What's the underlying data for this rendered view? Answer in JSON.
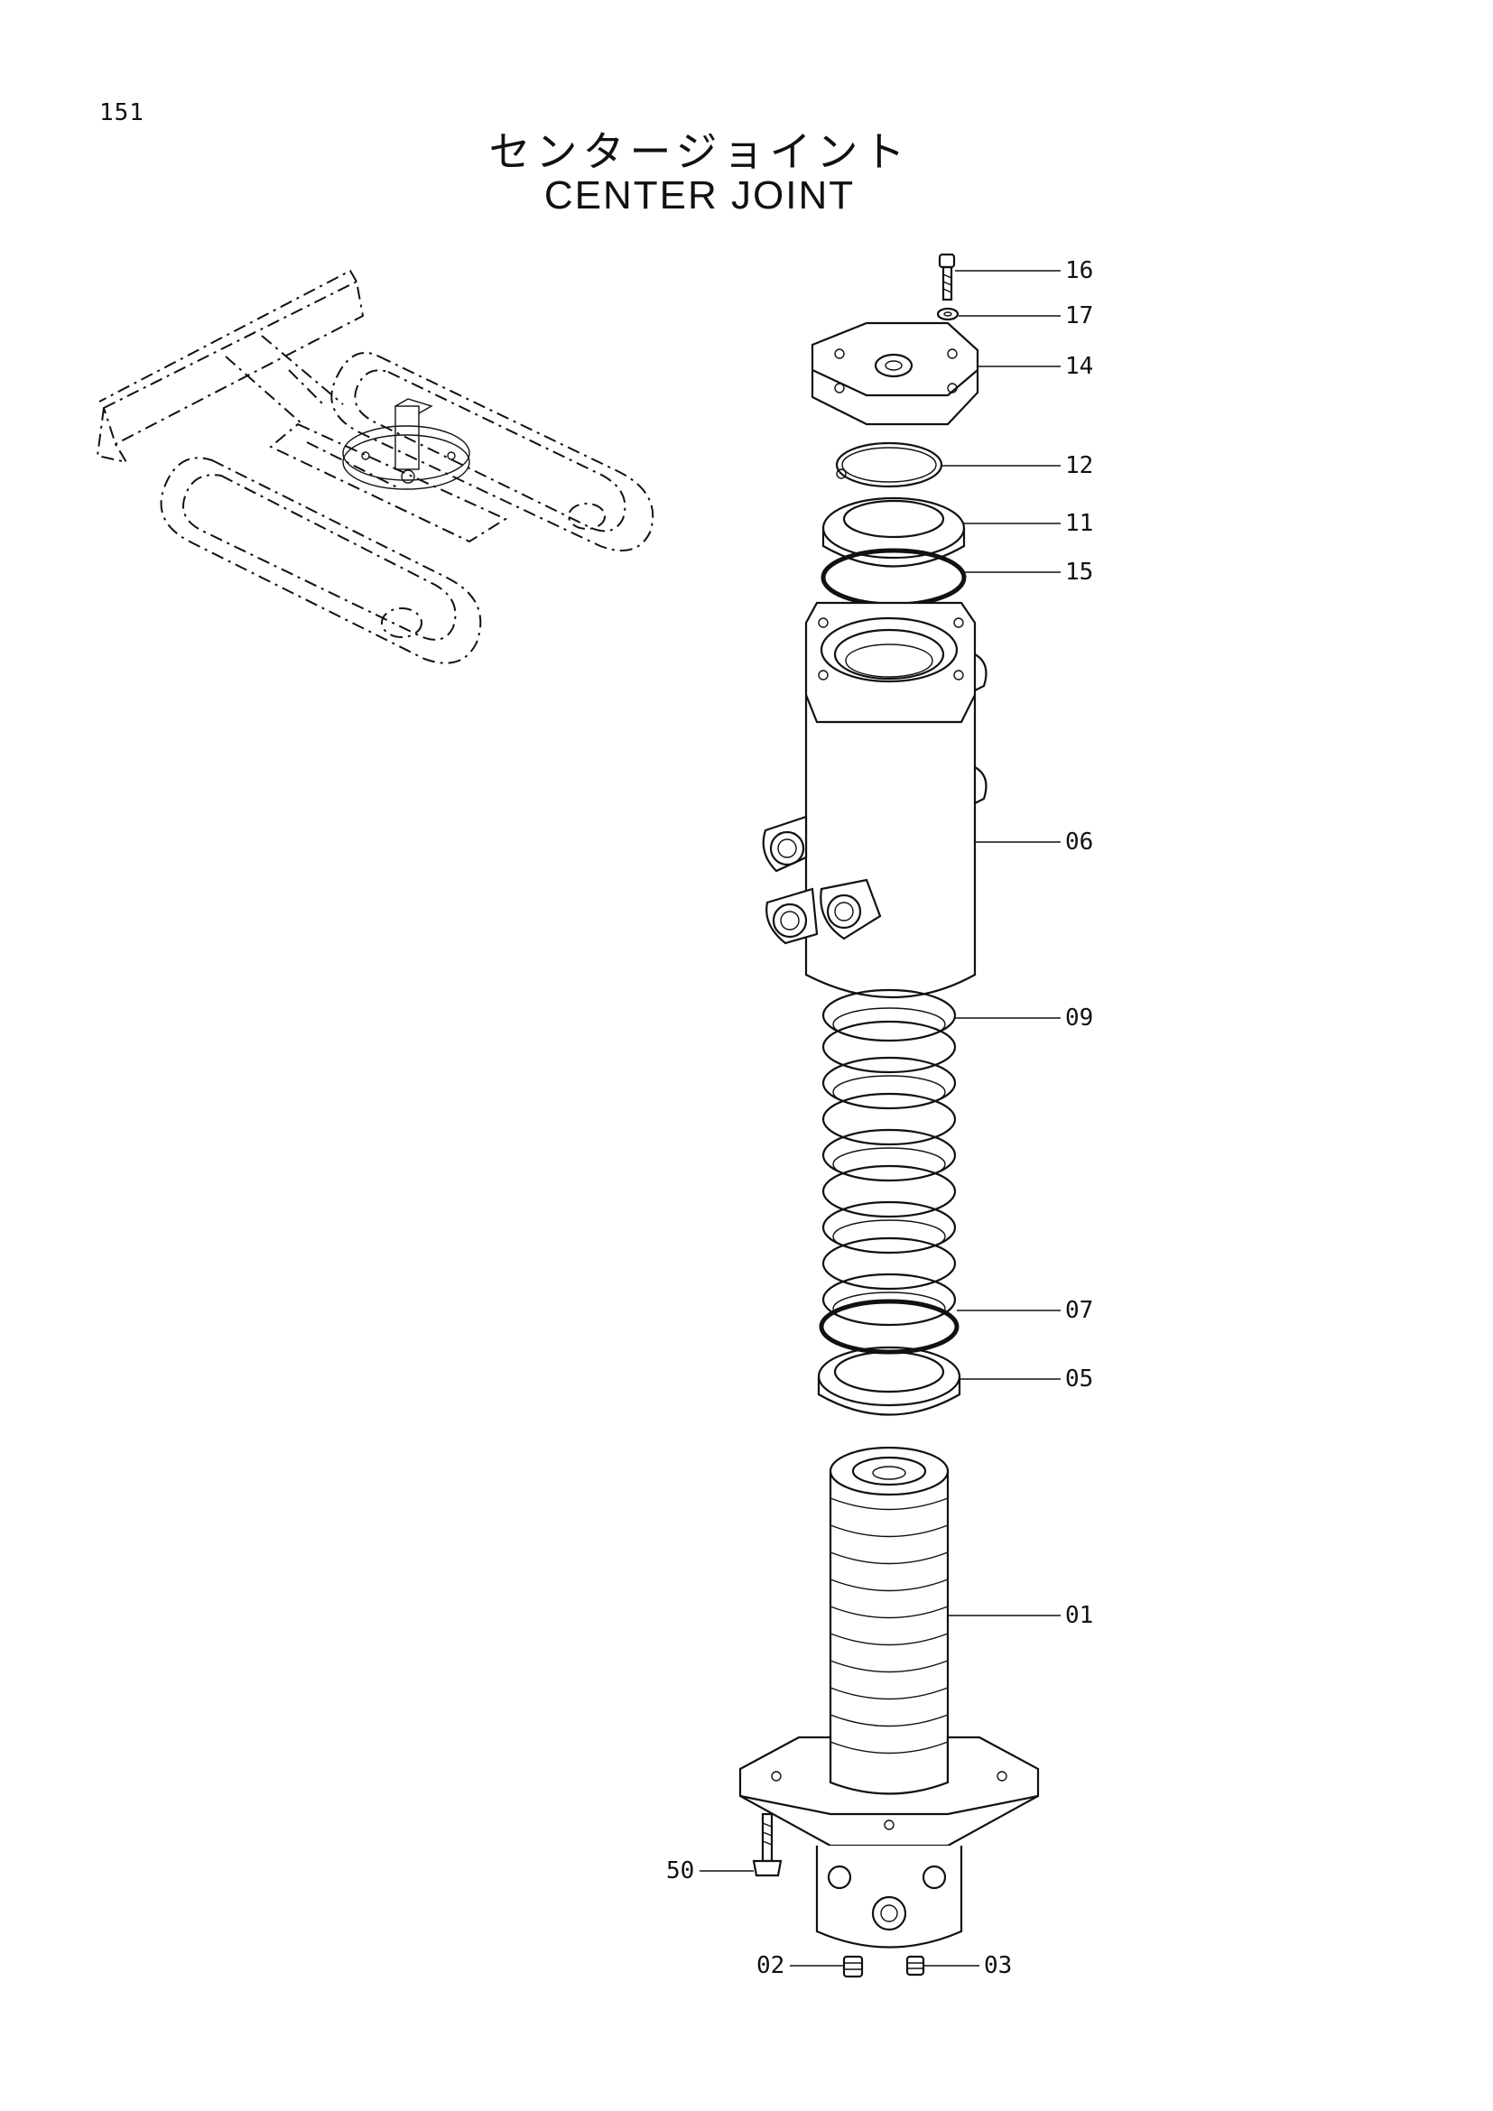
{
  "page": {
    "number": "151"
  },
  "title": {
    "japanese": "センタージョイント",
    "english": "CENTER JOINT"
  },
  "parts": [
    {
      "id": "16"
    },
    {
      "id": "17"
    },
    {
      "id": "14"
    },
    {
      "id": "12"
    },
    {
      "id": "11"
    },
    {
      "id": "15"
    },
    {
      "id": "06"
    },
    {
      "id": "09"
    },
    {
      "id": "07"
    },
    {
      "id": "05"
    },
    {
      "id": "01"
    },
    {
      "id": "50"
    },
    {
      "id": "02"
    },
    {
      "id": "03"
    }
  ]
}
